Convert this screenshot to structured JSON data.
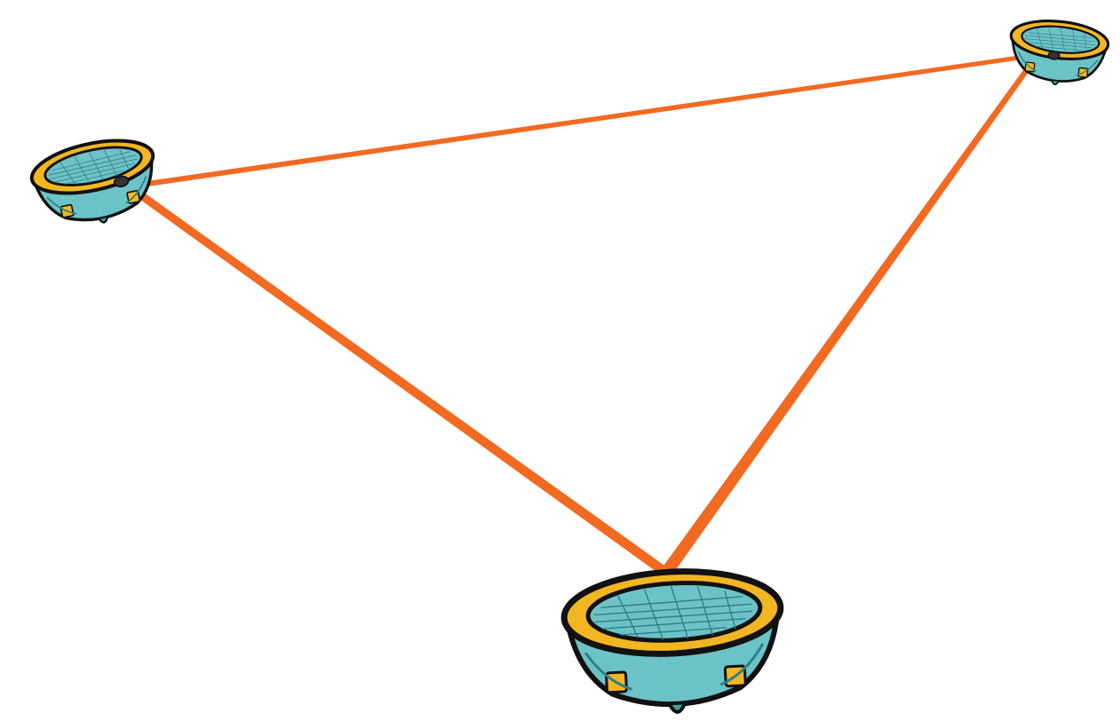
{
  "colors": {
    "background": "#ffffff",
    "link": "#f26a21",
    "outline": "#111111",
    "rim": "#f2b623",
    "body": "#6cc3c7",
    "body_dark": "#3f9ea4",
    "hatch": "#2f7f86"
  },
  "nodes": [
    {
      "id": "left-node",
      "icon": "mesh-router-icon"
    },
    {
      "id": "right-node",
      "icon": "mesh-router-icon"
    },
    {
      "id": "bottom-node",
      "icon": "mesh-router-icon"
    }
  ],
  "links": [
    {
      "from": "left-node",
      "to": "right-node"
    },
    {
      "from": "left-node",
      "to": "bottom-node"
    },
    {
      "from": "right-node",
      "to": "bottom-node"
    }
  ]
}
